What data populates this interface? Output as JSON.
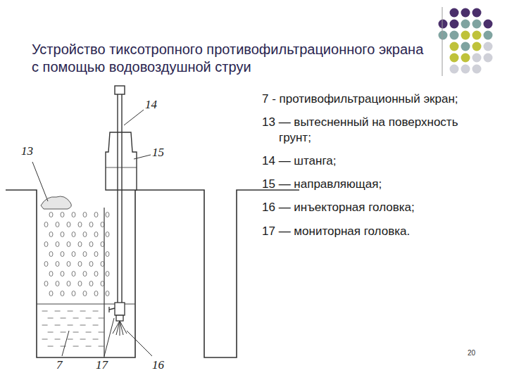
{
  "diagram": {
    "title": "Устройство тиксотропного противофильтрационного экрана с помощью водовоздушной струи",
    "labels": [
      "13",
      "14",
      "15",
      "7",
      "17",
      "16",
      "7 - противофильтрационный экран;",
      "13 — вытесненный на поверхность грунт;",
      "14 — штанга;",
      "15 — направляющая;",
      "16 — инъекторная головка;",
      "17 — мониторная головка.",
      "20"
    ]
  }
}
